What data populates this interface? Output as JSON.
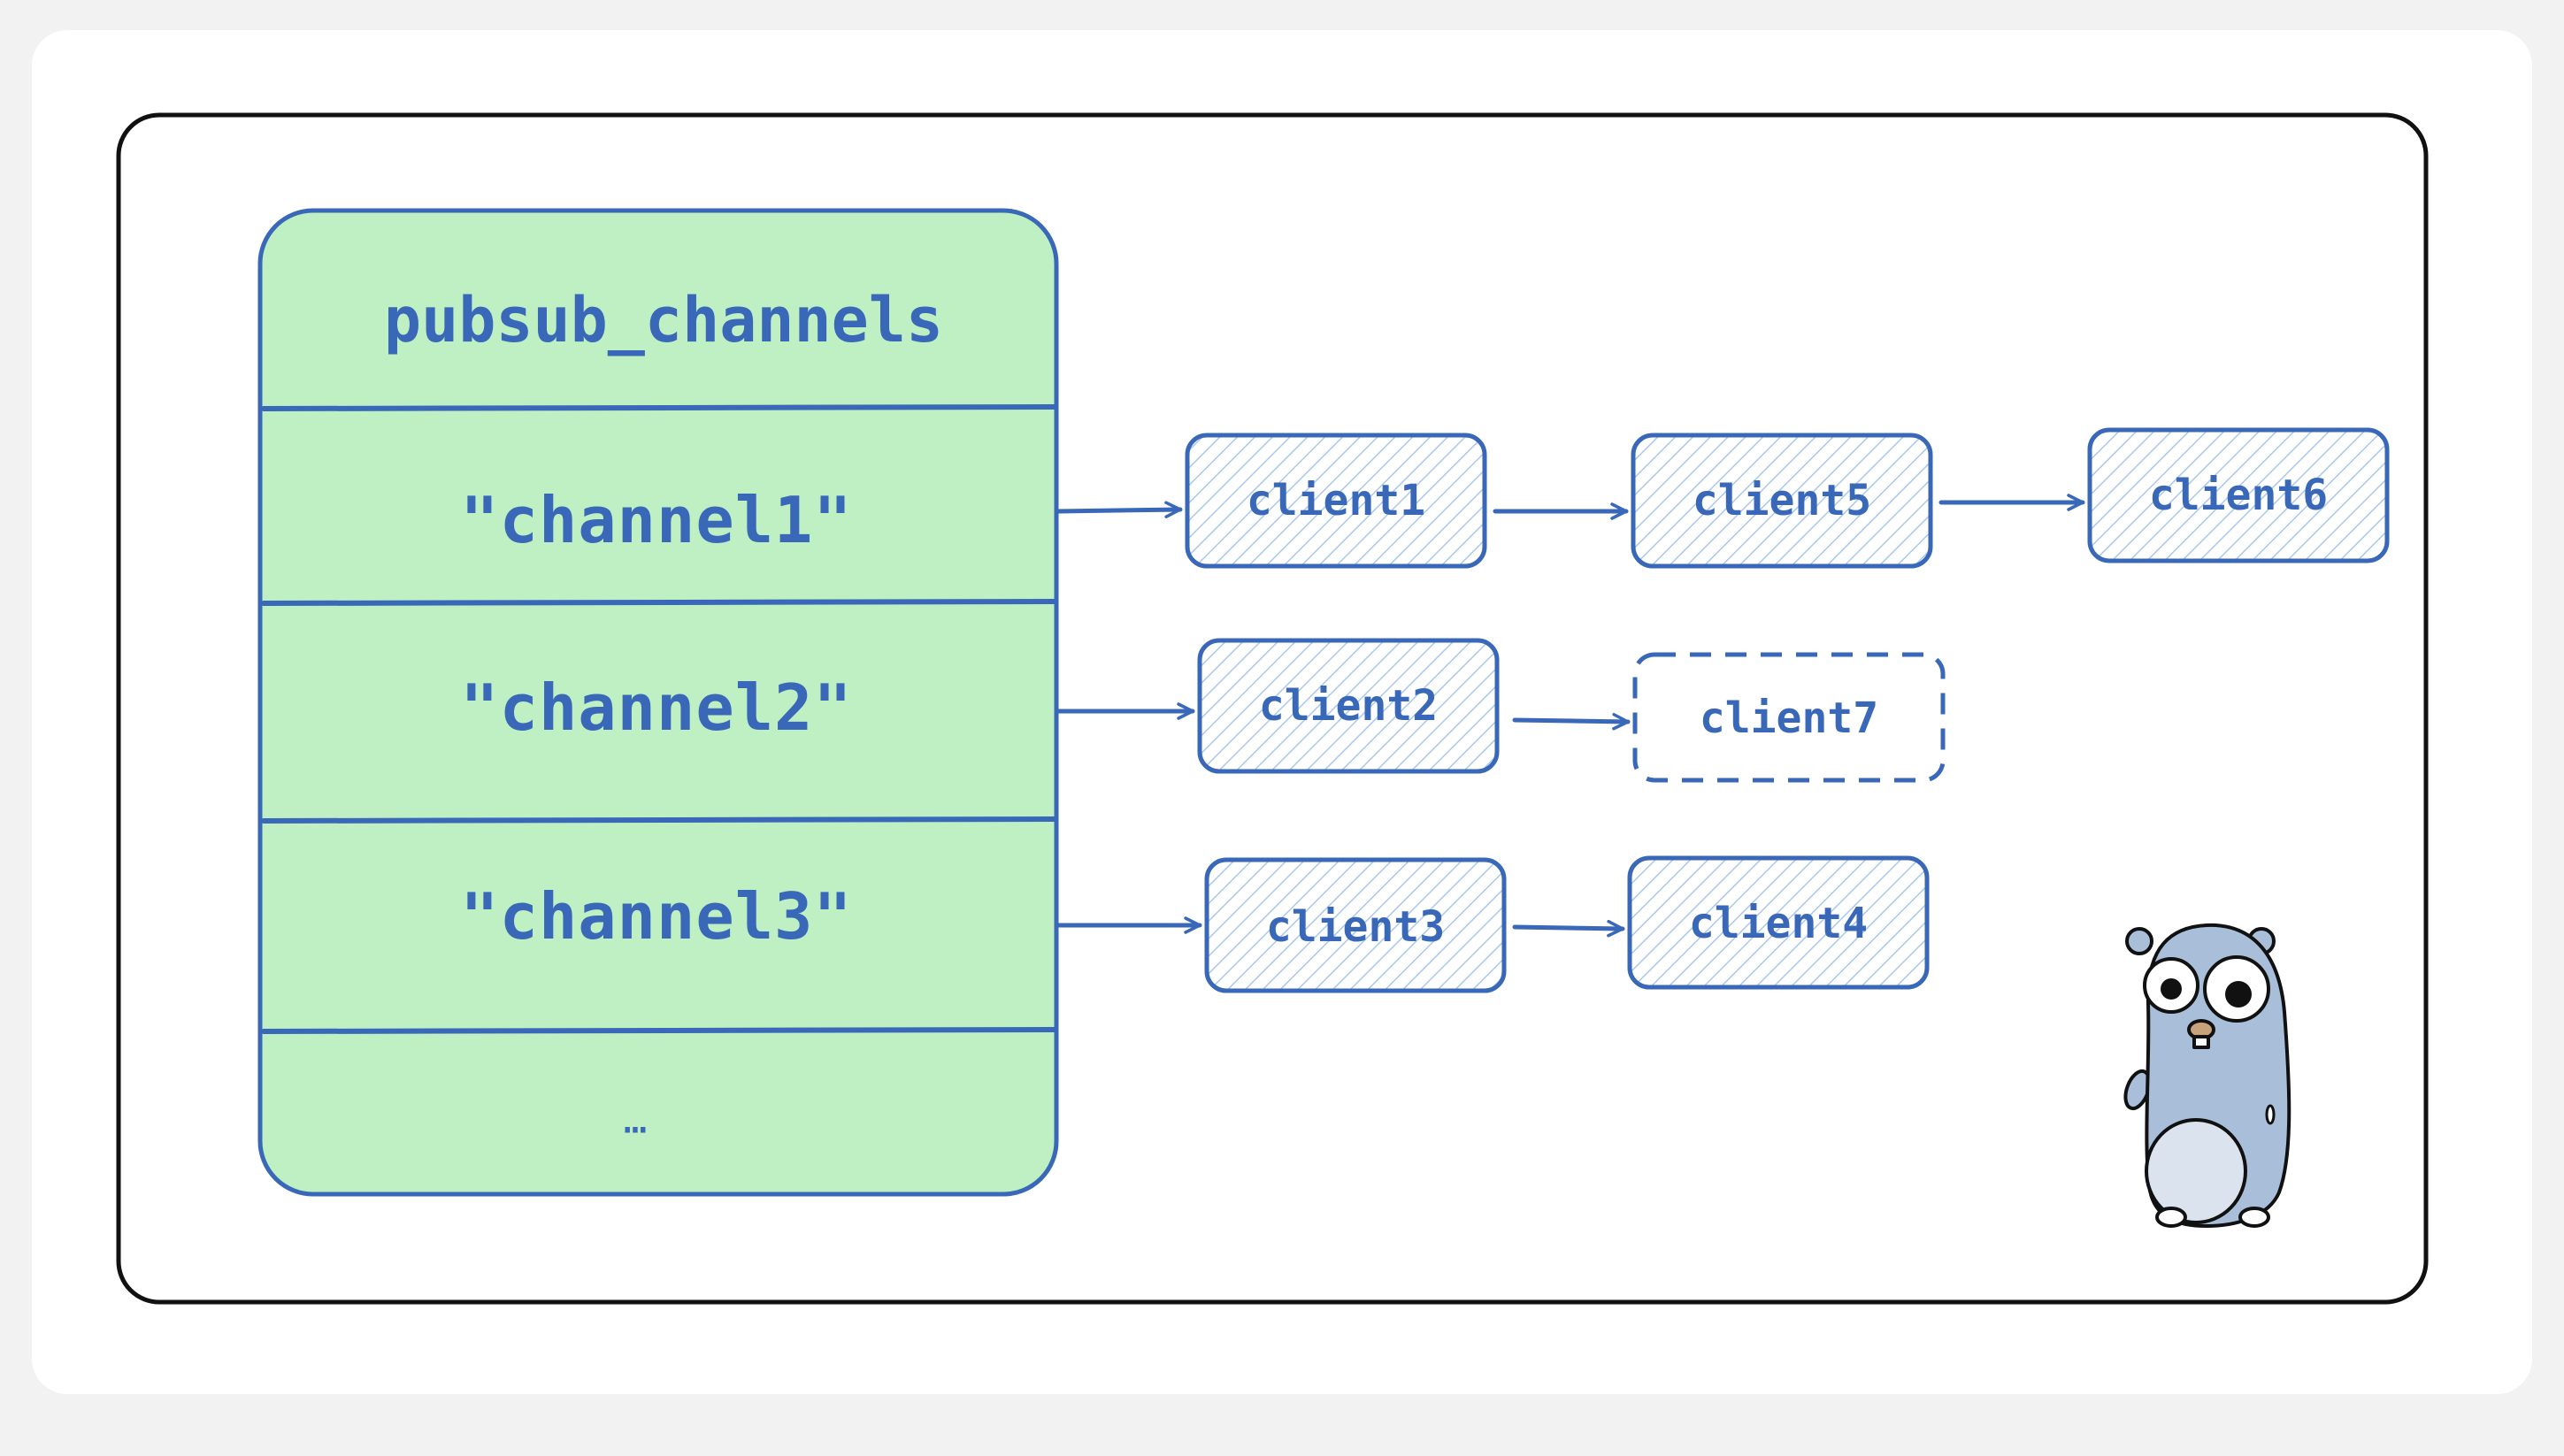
{
  "diagram": {
    "table_title": "pubsub_channels",
    "channels": [
      "\"channel1\"",
      "\"channel2\"",
      "\"channel3\""
    ],
    "ellipsis": "…",
    "clients": {
      "client1": "client1",
      "client2": "client2",
      "client3": "client3",
      "client4": "client4",
      "client5": "client5",
      "client6": "client6",
      "client7": "client7"
    },
    "colors": {
      "stroke": "#3a68b8",
      "table_fill": "#bff0c4",
      "hatch": "#a9c8ec",
      "frame": "#111111",
      "gopher_body": "#a9bfd9"
    },
    "mascot": "gopher"
  }
}
